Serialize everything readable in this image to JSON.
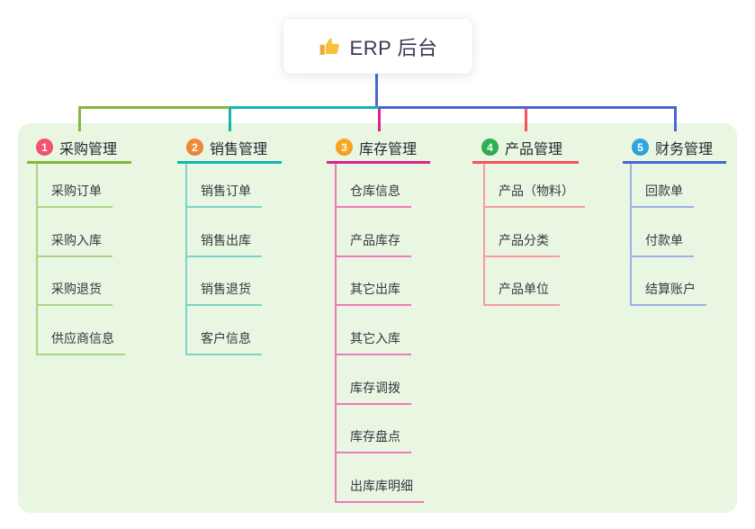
{
  "root": {
    "label": "ERP 后台",
    "icon": "thumbs-up-icon",
    "connector_color": "#4a66d2"
  },
  "panel": {
    "background": "#e9f6e2"
  },
  "branches": [
    {
      "index": "1",
      "label": "采购管理",
      "badge_color": "#f4536e",
      "line_color": "#82b93d",
      "child_line_color": "#abd488",
      "children": [
        "采购订单",
        "采购入库",
        "采购退货",
        "供应商信息"
      ]
    },
    {
      "index": "2",
      "label": "销售管理",
      "badge_color": "#f0883c",
      "line_color": "#10b7ae",
      "child_line_color": "#7fd2cb",
      "children": [
        "销售订单",
        "销售出库",
        "销售退货",
        "客户信息"
      ]
    },
    {
      "index": "3",
      "label": "库存管理",
      "badge_color": "#f9a61f",
      "line_color": "#df2290",
      "child_line_color": "#ee79bd",
      "children": [
        "仓库信息",
        "产品库存",
        "其它出库",
        "其它入库",
        "库存调拨",
        "库存盘点",
        "出库库明细"
      ]
    },
    {
      "index": "4",
      "label": "产品管理",
      "badge_color": "#2eb050",
      "line_color": "#f6525e",
      "child_line_color": "#fa9aa1",
      "children": [
        "产品（物料）",
        "产品分类",
        "产品单位"
      ]
    },
    {
      "index": "5",
      "label": "财务管理",
      "badge_color": "#2fa7de",
      "line_color": "#4a66d2",
      "child_line_color": "#9db1e8",
      "children": [
        "回款单",
        "付款单",
        "结算账户"
      ]
    }
  ]
}
